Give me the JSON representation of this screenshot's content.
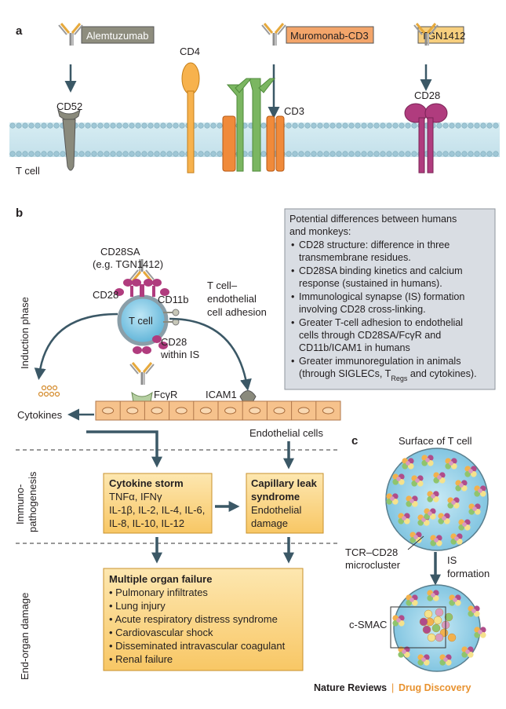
{
  "panel_a": {
    "label": "a",
    "drugs": [
      "Alemtuzumab",
      "Muromonab-CD3",
      "TGN1412"
    ],
    "targets": [
      "CD52",
      "CD4",
      "CD3",
      "CD28"
    ],
    "cell_label": "T cell"
  },
  "panel_b": {
    "label": "b",
    "phases": [
      "Induction phase",
      "Immuno-",
      "pathogenesis",
      "End-organ damage"
    ],
    "cd28sa_label": "CD28SA",
    "cd28sa_example": "(e.g. TGN1412)",
    "cd28_label": "CD28",
    "cd11b_label": "CD11b",
    "t_cell_label": "T cell",
    "cd28_within_is": [
      "CD28",
      "within IS"
    ],
    "adhesion_label": [
      "T cell–",
      "endothelial",
      "cell adhesion"
    ],
    "fcgr_label": "FcγR",
    "icam_label": "ICAM1",
    "cytokines_label": "Cytokines",
    "endothelial_label": "Endothelial cells",
    "differences_box": {
      "heading": [
        "Potential differences between humans",
        "and monkeys:"
      ],
      "items": [
        [
          "CD28 structure: difference in three",
          "transmembrane residues."
        ],
        [
          "CD28SA binding kinetics and calcium",
          "response (sustained in humans)."
        ],
        [
          "Immunological synapse (IS) formation",
          "involving CD28 cross-linking."
        ],
        [
          "Greater T-cell adhesion to endothelial",
          "cells through CD28SA/FcγR and",
          "CD11b/ICAM1 in humans"
        ],
        [
          "Greater immunoregulation in animals",
          "(through SIGLECs, T",
          "Regs",
          " and cytokines)."
        ]
      ]
    },
    "cytokine_storm": {
      "title": "Cytokine storm",
      "lines": [
        "TNFα, IFNγ",
        "IL-1β, IL-2, IL-4, IL-6,",
        "IL-8, IL-10, IL-12"
      ]
    },
    "capillary_leak": {
      "title": [
        "Capillary leak",
        "syndrome"
      ],
      "lines": [
        "Endothelial",
        "damage"
      ]
    },
    "organ_failure": {
      "title": "Multiple organ failure",
      "items": [
        "Pulmonary infiltrates",
        "Lung injury",
        "Acute respiratory distress syndrome",
        "Cardiovascular shock",
        "Disseminated intravascular coagulant",
        "Renal failure"
      ]
    }
  },
  "panel_c": {
    "label": "c",
    "surface_label": "Surface of T cell",
    "microcluster_label": [
      "TCR–CD28",
      "microcluster"
    ],
    "is_formation": [
      "IS",
      "formation"
    ],
    "csmac_label": "c-SMAC"
  },
  "credit": {
    "journal": "Nature Reviews",
    "separator": "|",
    "section": "Drug Discovery"
  },
  "colors": {
    "membrane": "#cde6ef",
    "lipid_head": "#9fc7d6",
    "cd52": "#8a8a7c",
    "cd4": "#f7b24d",
    "cd3": "#f08a3a",
    "tcr": "#7bb661",
    "cd28": "#b03c7e",
    "t_cell": "#6fbfe0",
    "box_fill": "#fbd98a",
    "note_fill": "#d9dde3",
    "arrow": "#3b5866"
  }
}
